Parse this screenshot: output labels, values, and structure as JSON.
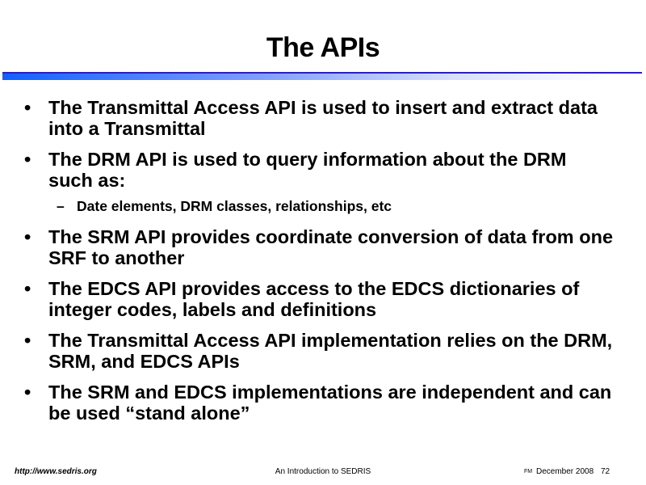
{
  "slide": {
    "title": "The APIs",
    "bullets": [
      {
        "text": "The Transmittal Access API is used to insert and extract data into a Transmittal"
      },
      {
        "text": "The DRM API is used to query information about the DRM such as:",
        "sub": [
          "Date elements, DRM classes, relationships, etc"
        ]
      },
      {
        "text": "The SRM API provides coordinate conversion of data from one SRF to another"
      },
      {
        "text": "The EDCS API provides access to the EDCS dictionaries of integer codes, labels and definitions"
      },
      {
        "text": "The Transmittal Access API implementation relies on the DRM, SRM, and EDCS APIs"
      },
      {
        "text": "The SRM and EDCS implementations are independent and can be used “stand alone”"
      }
    ],
    "bullet_glyph": "•",
    "sub_glyph": "–"
  },
  "footer": {
    "url": "http://www.sedris.org",
    "center": "An Introduction to SEDRIS",
    "initials": "FM",
    "date": "December 2008",
    "page": "72"
  },
  "colors": {
    "rule_dark": "#2a1fc0",
    "rule_start": "#1060ff"
  }
}
